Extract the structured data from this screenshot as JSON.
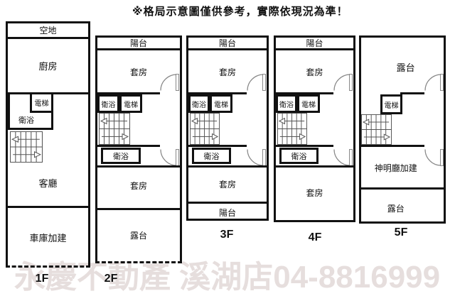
{
  "disclaimer": "※格局示意圖僅供參考，實際依現況為準！",
  "watermark": "永慶不動產 溪湖店04-8816999",
  "colors": {
    "wall": "#111111",
    "watermark": "#e6dedd"
  },
  "floors": [
    {
      "label": "1F",
      "rooms": {
        "open_space": "空地",
        "kitchen": "廚房",
        "elevator": "電梯",
        "bathroom": "衛浴",
        "living_room": "客廳",
        "garage_addition": "車庫加建"
      }
    },
    {
      "label": "2F",
      "rooms": {
        "balcony": "陽台",
        "suite_front": "套房",
        "bathroom_upper": "衛浴",
        "elevator": "電梯",
        "bathroom_lower": "衛浴",
        "suite_rear": "套房",
        "roof_terrace": "露台"
      }
    },
    {
      "label": "3F",
      "rooms": {
        "balcony_front": "陽台",
        "suite_front": "套房",
        "bathroom_upper": "衛浴",
        "elevator": "電梯",
        "bathroom_lower": "衛浴",
        "suite_rear": "套房",
        "balcony_rear": "陽台"
      }
    },
    {
      "label": "4F",
      "rooms": {
        "balcony": "陽台",
        "suite_front": "套房",
        "bathroom_upper": "衛浴",
        "elevator": "電梯",
        "bathroom_lower": "衛浴",
        "suite_rear": "套房"
      }
    },
    {
      "label": "5F",
      "rooms": {
        "terrace_front": "露台",
        "elevator": "電梯",
        "shrine_addition": "神明廳加建",
        "terrace_rear": "露台"
      }
    }
  ]
}
